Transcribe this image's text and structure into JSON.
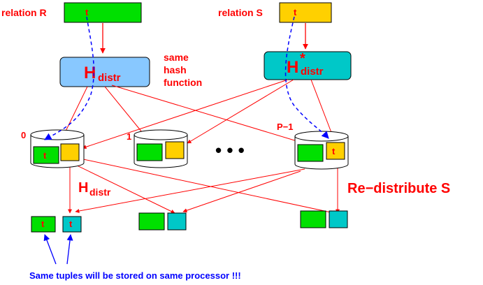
{
  "relation_r": {
    "label": "relation R",
    "tuple": "t"
  },
  "relation_s": {
    "label": "relation S",
    "tuple": "t"
  },
  "hash_left": {
    "symbol": "H",
    "subscript": "distr"
  },
  "hash_right": {
    "symbol": "H",
    "superscript": "*",
    "subscript": "distr"
  },
  "same_hash_note": [
    "same",
    "hash",
    "function"
  ],
  "processors": {
    "p0_label": "0",
    "p1_label": "1",
    "plast_label": "P−1",
    "ellipsis": "• • •",
    "tuple": "t"
  },
  "hash_mid_label": {
    "symbol": "H",
    "subscript": "distr"
  },
  "redistribute_label": "Re−distribute S",
  "result_tuple": "t",
  "footer_note": "Same tuples will be stored on same processor !!!",
  "colors": {
    "green": "#00e000",
    "yellow": "#ffd000",
    "cyan": "#00c8c8",
    "light_blue": "#88c8ff",
    "red": "#ff0000",
    "blue": "#0000ff",
    "tuple_text": "#ff0000"
  }
}
